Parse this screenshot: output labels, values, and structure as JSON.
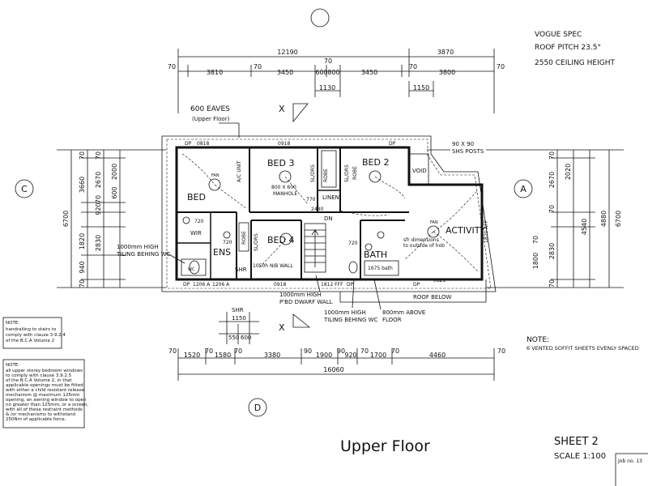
{
  "spec": {
    "line1": "VOGUE SPEC",
    "line2": "ROOF PITCH 23.5°",
    "line3": "2550 CEILING HEIGHT"
  },
  "top_dims": {
    "overall_left": "12190",
    "overall_right": "3870",
    "segments": [
      "70",
      "3810",
      "70",
      "3450",
      "600",
      "800",
      "3450",
      "70",
      "3800",
      "70"
    ],
    "mid_70": "70",
    "sub_1130": "1130",
    "sub_1150": "1150"
  },
  "bottom_dims": {
    "segments": [
      "70",
      "1520",
      "70",
      "1580",
      "70",
      "3380",
      "90",
      "1900",
      "90",
      "920",
      "70",
      "1700",
      "70",
      "4460",
      "70"
    ],
    "overall": "16060"
  },
  "shr_dims": {
    "label": "SHR",
    "v1": "1150",
    "v2": "550",
    "v3": "600"
  },
  "left_dims": {
    "overall": "6700",
    "inner": [
      "70",
      "3660",
      "70",
      "2670",
      "2000",
      "600",
      "70",
      "920",
      "1820",
      "2830",
      "940",
      "70"
    ]
  },
  "right_dims": {
    "overall": "6700",
    "inner": [
      "70",
      "2670",
      "2020",
      "70",
      "4540",
      "4880",
      "70",
      "1800",
      "2830",
      "70"
    ]
  },
  "grid_markers": {
    "c": "C",
    "a": "A",
    "d": "D"
  },
  "section_x": "X",
  "rooms": {
    "bed": "BED",
    "bed3": "BED 3",
    "bed2": "BED 2",
    "bed4": "BED 4",
    "ens": "ENS",
    "bath": "BATH",
    "activity": "ACTIVITY",
    "linen": "LINEN",
    "void": "VOID",
    "wir": "WIR",
    "robe1": "ROBE",
    "robe2": "ROBE",
    "robe3": "ROBE",
    "sldrs1": "SL/DRS",
    "sldrs2": "SL/DRS",
    "sldrs3": "SL/DRS",
    "shr": "SHR",
    "wc": "WC",
    "dn": "DN",
    "ac_unit": "A/C UNIT",
    "fan": "FAN"
  },
  "annotations": {
    "eaves": "600 EAVES",
    "eaves_sub": "(Upper Floor)",
    "shs_posts_1": "90 X 90",
    "shs_posts_2": "SHS POSTS",
    "manhole_1": "800 X 600",
    "manhole_2": "MANHOLE",
    "tiling_left_1": "1000mm HIGH",
    "tiling_left_2": "TILING BEHING WC",
    "nib_wall": "1050h NIB WALL",
    "dwarf_1": "1000mm HIGH",
    "dwarf_2": "P'BD DWARF WALL",
    "tiling_bot_1": "1000mm HIGH",
    "tiling_bot_2": "TILING BEHING WC",
    "above_floor_1": "800mm ABOVE",
    "above_floor_2": "FLOOR",
    "roof_below": "ROOF BELOW",
    "bath_size": "1675 bath",
    "dim_720a": "720",
    "dim_720b": "720",
    "dim_720c": "720",
    "dim_770": "770",
    "dim_2480": "2480",
    "dim_1820": "1820 AFF",
    "dp1": "DP",
    "dp2": "DP",
    "dp3": "DP",
    "dp4": "DP",
    "dp5": "DP",
    "w0818": "0818",
    "w1206a": "1206 A",
    "w1206b": "1206 A",
    "w0918": "0918",
    "w1812": "1812 FFF",
    "w0821": "0821",
    "sfr_note_1": "sfr dimensions",
    "sfr_note_2": "to outside of hob"
  },
  "note_right": {
    "title": "NOTE:",
    "text": "6 VENTED SOFFIT SHEETS EVENLY SPACED"
  },
  "note_box1": {
    "title": "NOTE:",
    "lines": [
      "handrailing to stairs to",
      "comply with clause 3.9.2.4",
      "of the B.C.A Volume 2"
    ]
  },
  "note_box2": {
    "title": "NOTE:",
    "lines": [
      "all upper storey bedroom windows",
      "to comply with clause 3.9.2.5",
      "of the B.C.A Volume 2, in that",
      "applicable openings must be fitted",
      "with either a child resistant release",
      "mechanism @ maximum 125mm",
      "opening, an awning window to open",
      "no greater than 125mm, or a screen,",
      "with all of these restraint methods",
      "& /or mechanisms to withstand",
      "250Nm of applicable force."
    ]
  },
  "title": "Upper Floor",
  "sheet": "SHEET 2",
  "scale": "SCALE 1:100",
  "job": "Job no. 13"
}
